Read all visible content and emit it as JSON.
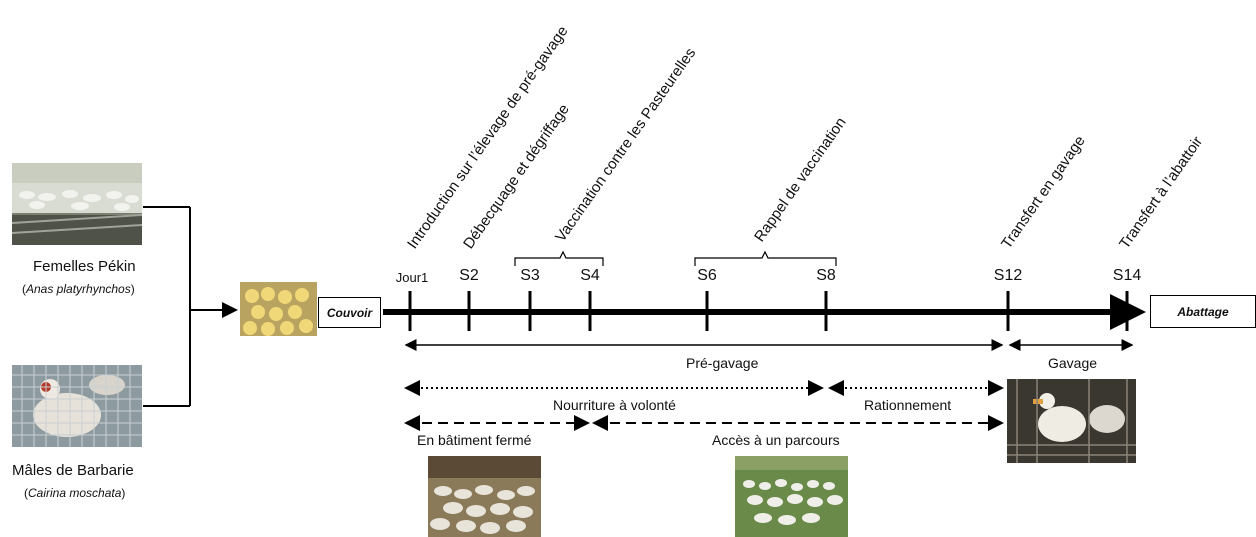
{
  "sources": {
    "top_label": "Femelles Pékin",
    "top_sci_open": "(",
    "top_sci": "Anas platyrhynchos",
    "top_sci_close": ")",
    "bottom_label": "Mâles de Barbarie",
    "bottom_sci_open": "(",
    "bottom_sci": "Cairina moschata",
    "bottom_sci_close": ")"
  },
  "boxes": {
    "start": "Couvoir",
    "end": "Abattage"
  },
  "ticks": {
    "jour1": "Jour1",
    "s2": "S2",
    "s3": "S3",
    "s4": "S4",
    "s6": "S6",
    "s8": "S8",
    "s12": "S12",
    "s14": "S14"
  },
  "events": {
    "introduction": "Introduction sur l’élevage de pré-gavage",
    "debecquage": "Débecquage et dégriffage",
    "vaccination": "Vaccination contre les Pasteurelles",
    "rappel": "Rappel de vaccination",
    "transfert_gavage": "Transfert en gavage",
    "transfert_abattoir": "Transfert à l’abattoir"
  },
  "phases": {
    "pre_gavage": "Pré-gavage",
    "gavage": "Gavage",
    "nourriture": "Nourriture à volonté",
    "rationnement": "Rationnement",
    "batiment": "En bâtiment fermé",
    "parcours": "Accès à un parcours"
  },
  "colors": {
    "line": "#000000",
    "photo_barn": "#8a7a5a",
    "photo_grass": "#6a8a4a",
    "photo_cage": "#3a3630"
  }
}
